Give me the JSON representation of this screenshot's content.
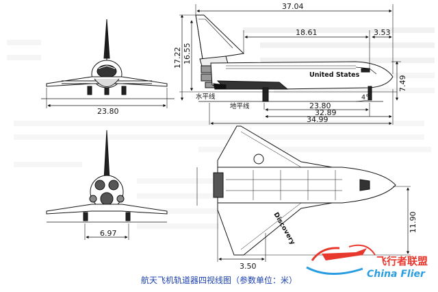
{
  "dimensions": {
    "total_length": "37.04",
    "wing_root_length": "18.61",
    "tail_offset": "3.53",
    "overall_height": "17.22",
    "height_2": "16.55",
    "nose_height": "7.49",
    "front_span": "23.80",
    "side_23_80": "23.80",
    "side_32_89": "32.89",
    "side_34_99": "34.99",
    "angle": "4°",
    "rear_width": "6.97",
    "top_half_span": "11.90",
    "top_3_50": "3.50"
  },
  "labels": {
    "horizontal_line": "水平线",
    "ground_line": "地平线",
    "side_markings": "United States",
    "orbiter_name": "Discovery"
  },
  "caption": "航天飞机轨道器四视线图（参数单位：米）",
  "watermark": {
    "cn": "飞行者联盟",
    "en": "China Flier"
  },
  "colors": {
    "caption": "#1a3fb0",
    "logo_red": "#e8372c",
    "logo_blue": "#2a9de0"
  }
}
